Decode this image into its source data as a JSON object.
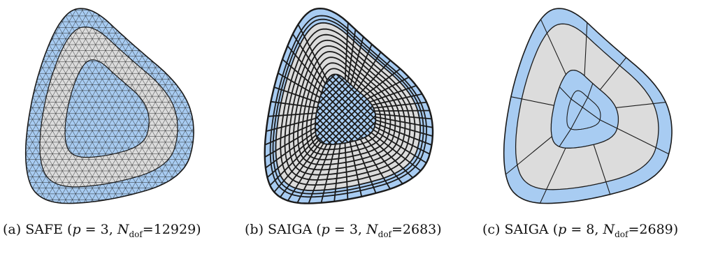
{
  "figure": {
    "panels": [
      {
        "tag": "(a)",
        "method": "SAFE",
        "order_symbol": "p",
        "order": "3",
        "dof_symbol": "N",
        "dof_subscript": "dof",
        "dof": "12929"
      },
      {
        "tag": "(b)",
        "method": "SAIGA",
        "order_symbol": "p",
        "order": "3",
        "dof_symbol": "N",
        "dof_subscript": "dof",
        "dof": "2683"
      },
      {
        "tag": "(c)",
        "method": "SAIGA",
        "order_symbol": "p",
        "order": "8",
        "dof_symbol": "N",
        "dof_subscript": "dof",
        "dof": "2689"
      }
    ]
  },
  "colors": {
    "outer_layer": "#a8ccf2",
    "middle_layer": "#dcdcdc",
    "inner_core": "#a8ccf2",
    "mesh_line": "#1a1a1a"
  }
}
